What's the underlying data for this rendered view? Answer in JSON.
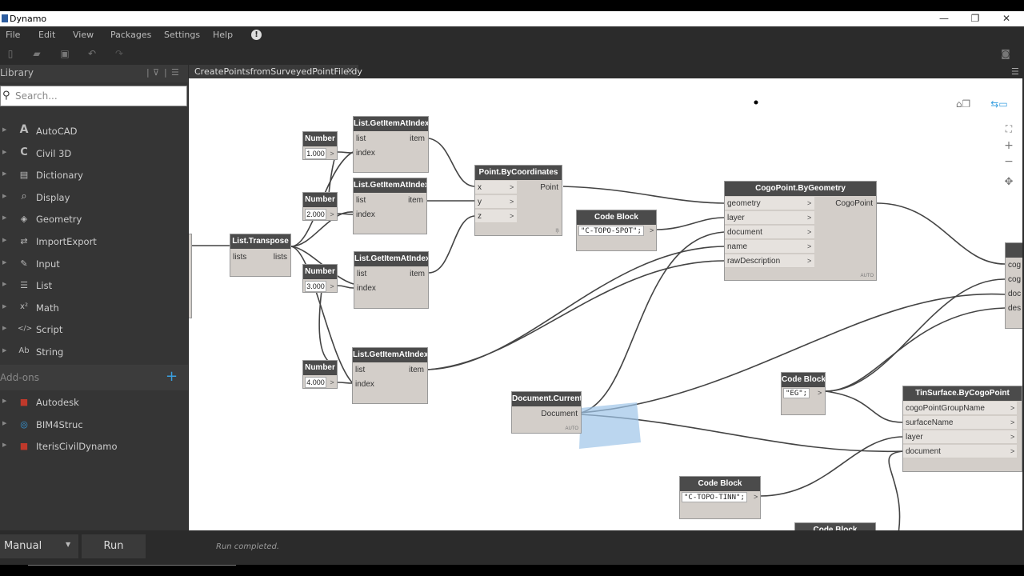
{
  "window": {
    "title": "Dynamo",
    "minimize": "—",
    "maximize": "❐",
    "close": "✕"
  },
  "menu": [
    "File",
    "Edit",
    "View",
    "Packages",
    "Settings",
    "Help"
  ],
  "menu_info_glyph": "!",
  "library": {
    "title": "Library",
    "search_placeholder": "Search...",
    "categories": [
      {
        "label": "AutoCAD",
        "icon": "autocad-icon",
        "glyph": "A"
      },
      {
        "label": "Civil 3D",
        "icon": "civil3d-icon",
        "glyph": "C"
      },
      {
        "label": "Dictionary",
        "icon": "dictionary-icon",
        "glyph": "▤"
      },
      {
        "label": "Display",
        "icon": "display-icon",
        "glyph": "⌕"
      },
      {
        "label": "Geometry",
        "icon": "geometry-icon",
        "glyph": "◈"
      },
      {
        "label": "ImportExport",
        "icon": "importexport-icon",
        "glyph": "⇄"
      },
      {
        "label": "Input",
        "icon": "input-icon",
        "glyph": "✎"
      },
      {
        "label": "List",
        "icon": "list-icon",
        "glyph": "☰"
      },
      {
        "label": "Math",
        "icon": "math-icon",
        "glyph": "x²"
      },
      {
        "label": "Script",
        "icon": "script-icon",
        "glyph": "</>"
      },
      {
        "label": "String",
        "icon": "string-icon",
        "glyph": "Ab"
      }
    ],
    "addons_label": "Add-ons",
    "addons": [
      {
        "label": "Autodesk",
        "icon": "autodesk-package-icon",
        "color": "#c0392b"
      },
      {
        "label": "BIM4Struc",
        "icon": "bim4struc-package-icon",
        "color": "#3498db"
      },
      {
        "label": "IterisCivilDynamo",
        "icon": "iteris-package-icon",
        "color": "#c0392b"
      }
    ]
  },
  "tab": {
    "label": "CreatePointsfromSurveyedPointFile.dy",
    "close": "✕"
  },
  "nodes": {
    "transpose": {
      "title": "List.Transpose",
      "in": "lists",
      "out": "lists"
    },
    "num1": {
      "title": "Number",
      "value": "1.000"
    },
    "num2": {
      "title": "Number",
      "value": "2.000"
    },
    "num3": {
      "title": "Number",
      "value": "3.000"
    },
    "num4": {
      "title": "Number",
      "value": "4.000"
    },
    "gia1": {
      "title": "List.GetItemAtIndex",
      "in1": "list",
      "in2": "index",
      "out": "item"
    },
    "gia2": {
      "title": "List.GetItemAtIndex",
      "in1": "list",
      "in2": "index",
      "out": "item"
    },
    "gia3": {
      "title": "List.GetItemAtIndex",
      "in1": "list",
      "in2": "index",
      "out": "item"
    },
    "gia4": {
      "title": "List.GetItemAtIndex",
      "in1": "list",
      "in2": "index",
      "out": "item"
    },
    "pbc": {
      "title": "Point.ByCoordinates",
      "in1": "x",
      "in2": "y",
      "in3": "z",
      "out": "Point",
      "lacing": "l|\\"
    },
    "cb1": {
      "title": "Code Block",
      "code": "\"C-TOPO-SPOT\";"
    },
    "cogo": {
      "title": "CogoPoint.ByGeometry",
      "in1": "geometry",
      "in2": "layer",
      "in3": "document",
      "in4": "name",
      "in5": "rawDescription",
      "out": "CogoPoint",
      "auto": "AUTO"
    },
    "doc": {
      "title": "Document.Current",
      "out": "Document",
      "auto": "AUTO"
    },
    "cb2": {
      "title": "Code Block",
      "code": "\"EG\";"
    },
    "tin": {
      "title": "TinSurface.ByCogoPoint",
      "in1": "cogoPointGroupName",
      "in2": "surfaceName",
      "in3": "layer",
      "in4": "document"
    },
    "cb3": {
      "title": "Code Block",
      "code": "\"C-TOPO-TINN\";"
    },
    "cb4": {
      "title": "Code Block"
    },
    "edge": {
      "in1": "cog",
      "in2": "cog",
      "in3": "doc",
      "in4": "des"
    }
  },
  "run": {
    "mode": "Manual",
    "button": "Run",
    "status": "Run completed."
  }
}
